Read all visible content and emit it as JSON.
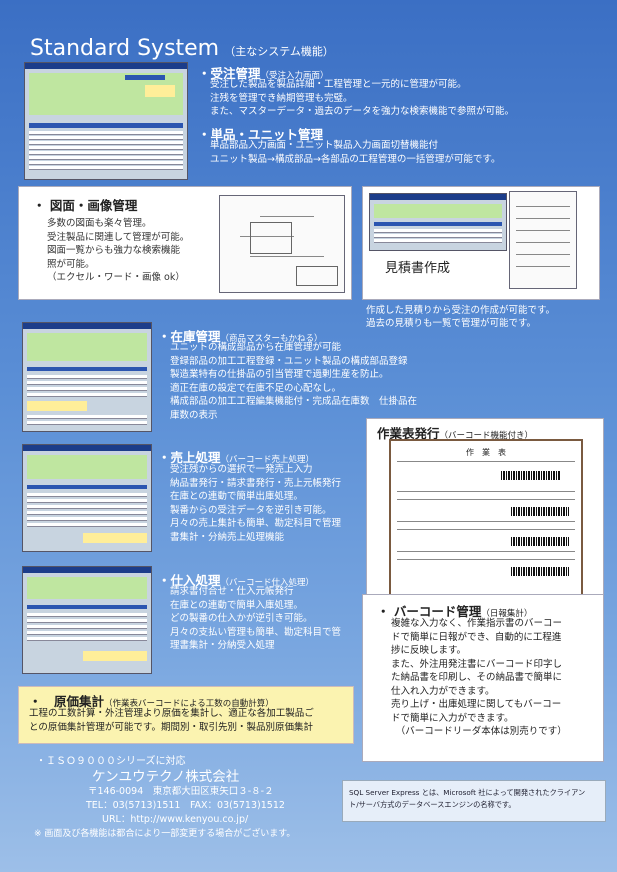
{
  "title": {
    "main": "Standard System",
    "sub": "（主なシステム機能）"
  },
  "sections": {
    "order": {
      "heading": "・受注管理",
      "sub": "（受注入力画面）",
      "body": "受注した製品を製品詳細・工程管理と一元的に管理が可能。\n注残を管理でき納期管理も完璧。\nまた、マスターデータ・過去のデータを強力な検索機能で参照が可能。"
    },
    "unit": {
      "heading": "・単品・ユニット管理",
      "body": "単品部品入力画面・ユニット製品入力画面切替機能付\nユニット製品→構成部品→各部品の工程管理の一括管理が可能です。"
    },
    "drawing": {
      "heading": "・ 図面・画像管理",
      "body": "多数の図面も楽々管理。\n受注製品に関連して管理が可能。\n図面一覧からも強力な検索機能\n照が可能。\n（エクセル・ワード・画像 ok）"
    },
    "estimate": {
      "label": "見積書作成",
      "body": "作成した見積りから受注の作成が可能です。\n過去の見積りも一覧で管理が可能です。"
    },
    "stock": {
      "heading": "・在庫管理",
      "sub": "（商品マスターもかねる）",
      "body": "ユニットの構成部品から在庫管理が可能\n登録部品の加工工程登録・ユニット製品の構成部品登録\n製造業特有の仕掛品の引当管理で過剰生産を防止。\n適正在庫の設定で在庫不足の心配なし。\n構成部品の加工工程編集機能付・完成品在庫数　仕掛品在\n庫数の表示"
    },
    "workorder": {
      "heading": "作業表発行",
      "sub": "（バーコード機能付き）",
      "doc_title": "作　業　表"
    },
    "sales": {
      "heading": "・売上処理",
      "sub": "（バーコード売上処理）",
      "body": "受注残からの選択で一発売上入力\n納品書発行・請求書発行・売上元帳発行\n在庫との連動で簡単出庫処理。\n製番からの受注データを逆引き可能。\n月々の売上集計も簡単、勘定科目で管理\n書集計・分納売上処理機能"
    },
    "purchase": {
      "heading": "・仕入処理",
      "sub": "（バーコード仕入処理）",
      "body": "請求書付合せ・仕入元帳発行\n在庫との連動で簡単入庫処理。\nどの製番の仕入かが逆引き可能。\n月々の支払い管理も簡単、勘定科目で管\n理書集計・分納受入処理"
    },
    "barcode": {
      "heading": "・ バーコード管理",
      "sub": "（日報集計）",
      "body": "複雑な入力なく、作業指示書のバーコー\nドで簡単に日報ができ、自動的に工程進\n捗に反映します。\nまた、外注用発注書にバーコード印字し\nた納品書を印刷し、その納品書で簡単に\n仕入れ入力ができます。\n売り上げ・出庫処理に関してもバーコー\nドで簡単に入力ができます。\n　（バーコードリーダ本体は別売りです）"
    },
    "cost": {
      "heading": "・　原価集計",
      "sub": "（作業表バーコードによる工数の自動計算）",
      "body": "工程の工数計算・外注管理より原価を集計し、適正な各加工製品ご\nとの原価集計管理が可能です。期間別・取引先別・製品別原価集計"
    }
  },
  "company": {
    "iso": "・ＩＳＯ９０００シリーズに対応",
    "name": "ケンユウテクノ株式会社",
    "address": "〒146-0094　東京都大田区東矢口３-８-２",
    "tel": "TEL：03(5713)1511　FAX：03(5713)1512",
    "url": "URL：http://www.kenyou.co.jp/",
    "note": "※ 画面及び各機能は都合により一部変更する場合がございます。"
  },
  "sql_note": "SQL Server Express とは、Microsoft 社によって開発されたクライアン\nト/サーバ方式のデータベースエンジンの名称です。",
  "colors": {
    "background": "#4a7fcf",
    "cost_box": "#fbf3b0",
    "heading_white": "#ffffff"
  }
}
